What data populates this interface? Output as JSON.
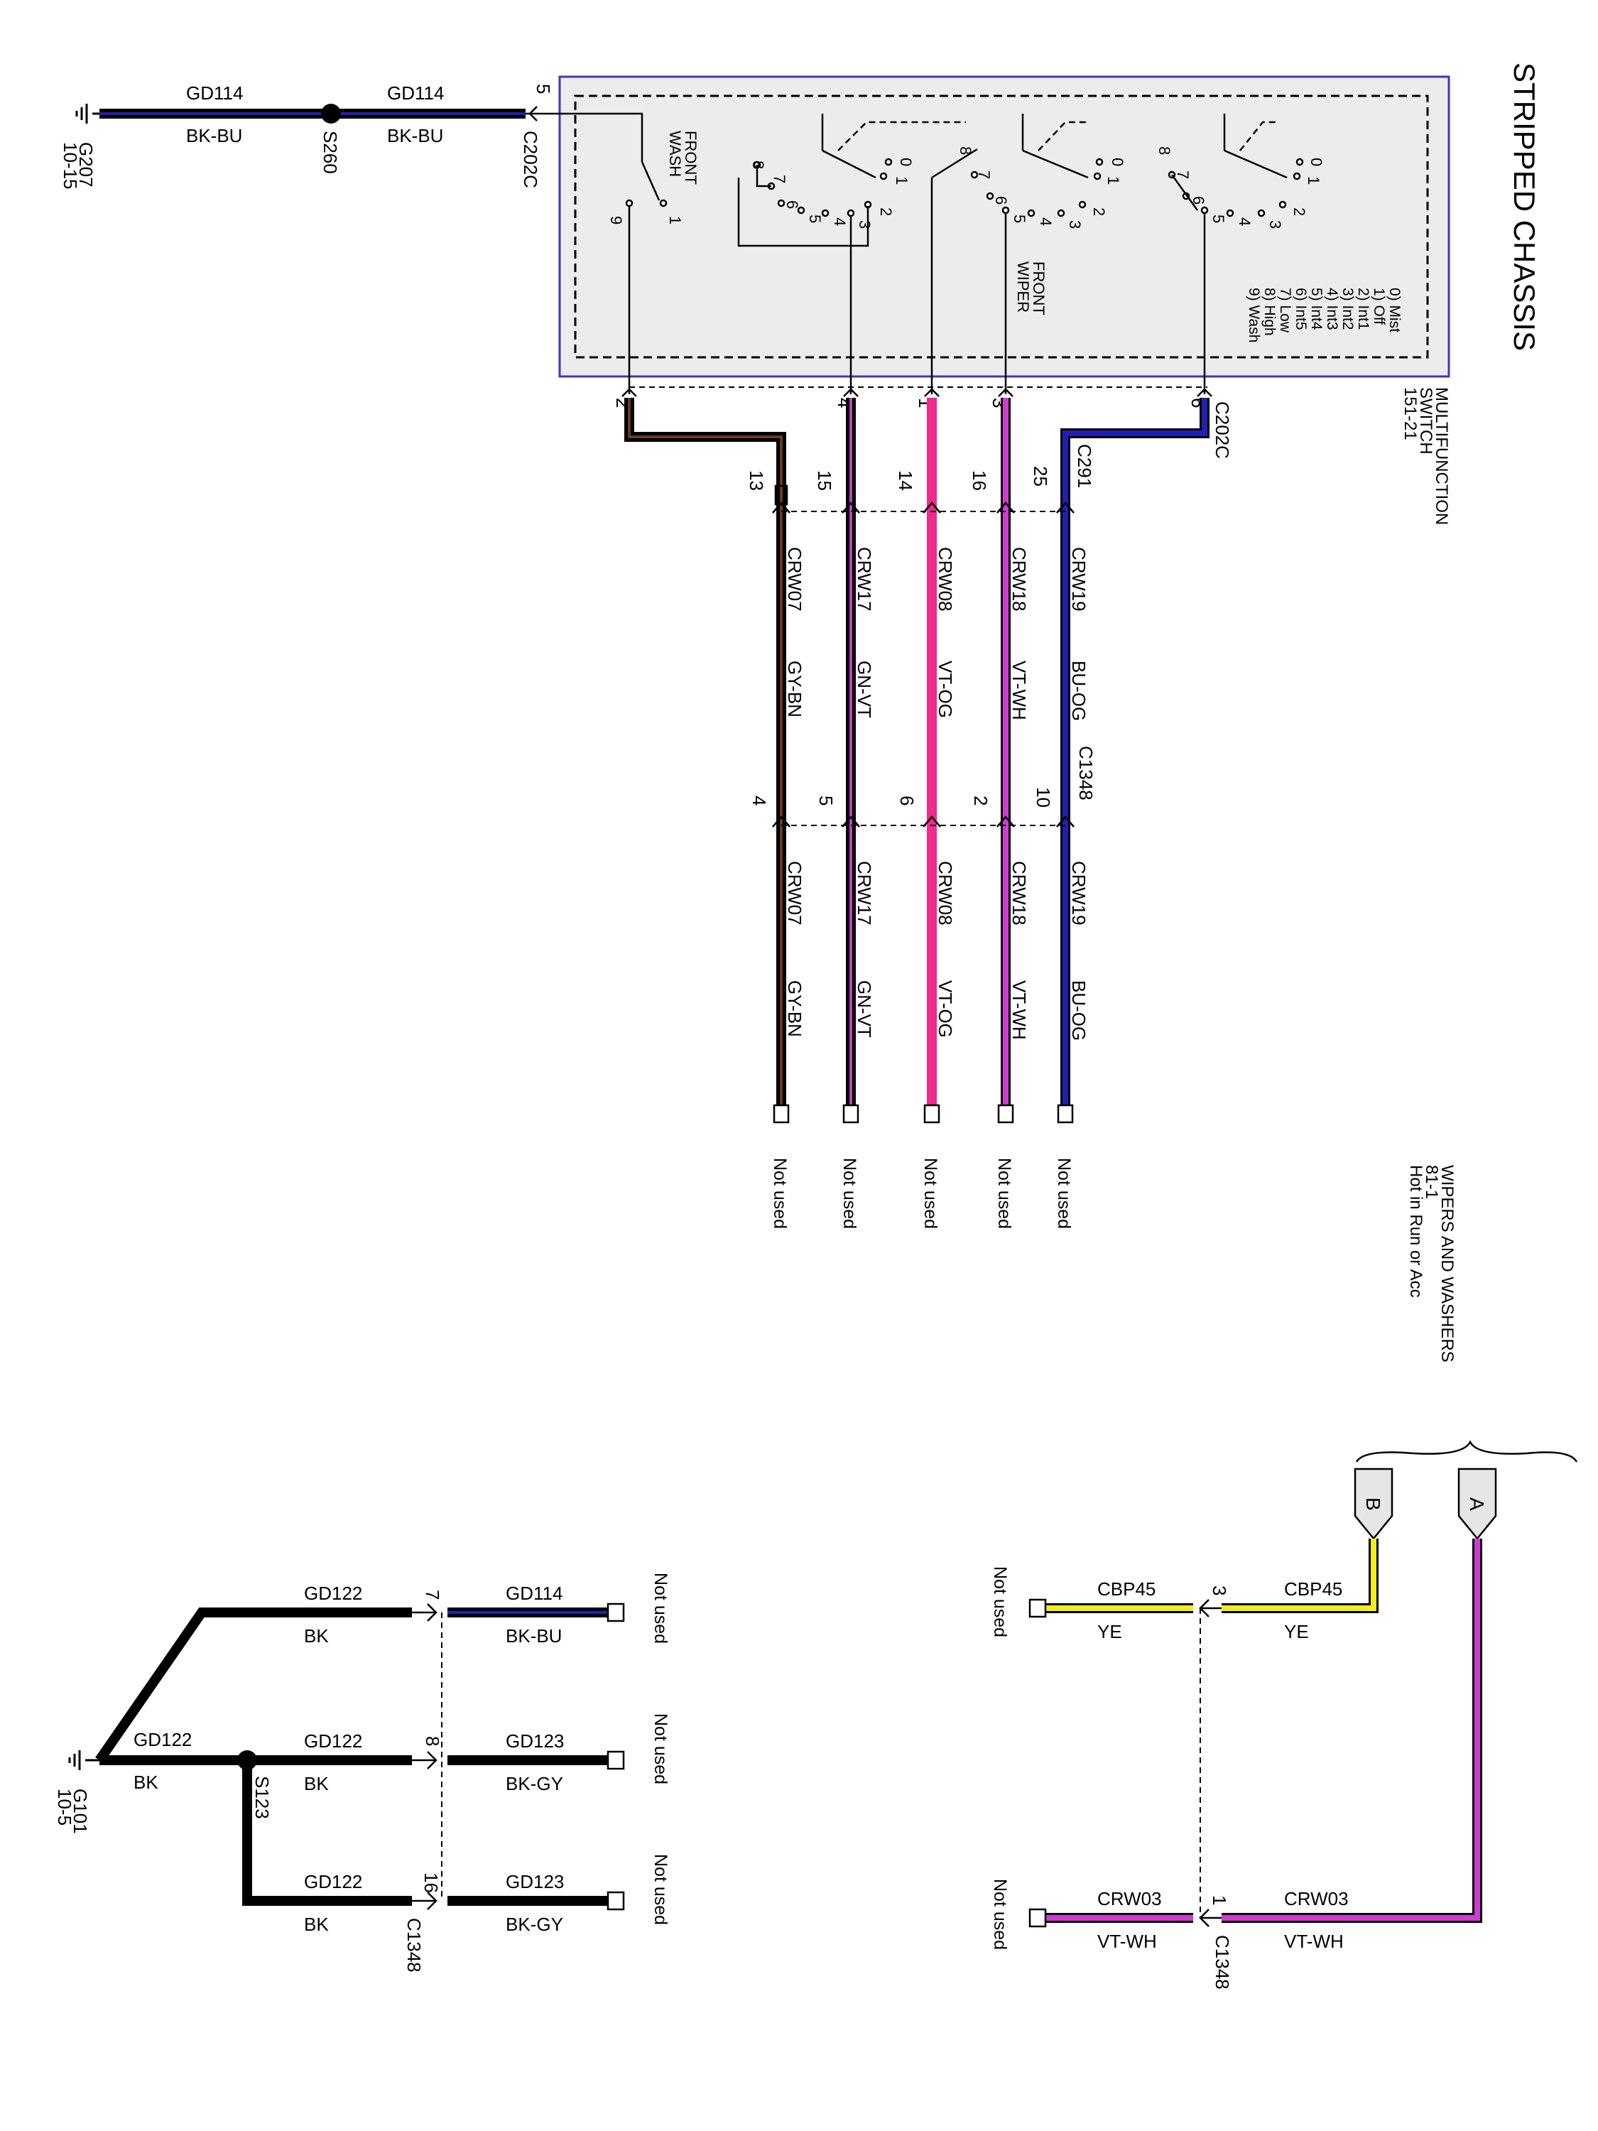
{
  "title": "STRIPPED CHASSIS",
  "switch": {
    "name_lines": [
      "MULTIFUNCTION",
      "SWITCH",
      "151-21"
    ],
    "positions": [
      "0) Mist",
      "1) Off",
      "2) Int1",
      "3) Int2",
      "4) Int3",
      "5) Int4",
      "6) Int5",
      "7) Low",
      "8) High",
      "9) Wash"
    ],
    "front_wash": [
      "FRONT",
      "WASH"
    ],
    "front_wiper": [
      "FRONT",
      "WIPER"
    ],
    "connector_top": "C202C",
    "connector_bottom": "C202C",
    "top_pin": "5",
    "wash_pin1": "1",
    "wash_pin9": "9",
    "bottom_pins": [
      "2",
      "4",
      "1",
      "3",
      "6"
    ],
    "sw1_labels": [
      "0",
      "1",
      "2",
      "3",
      "4",
      "5",
      "6",
      "7",
      "8"
    ],
    "sw2_labels": [
      "0",
      "1",
      "2",
      "3",
      "4",
      "5",
      "6",
      "7",
      "8"
    ],
    "sw3_labels": [
      "0",
      "1",
      "2",
      "3",
      "4",
      "5",
      "6",
      "7",
      "8"
    ]
  },
  "ground_top": {
    "g_label": "G207",
    "g_ref": "10-15",
    "splice": "S260",
    "wire1": {
      "circuit": "GD114",
      "color": "BK-BU"
    },
    "wire2": {
      "circuit": "GD114",
      "color": "BK-BU"
    }
  },
  "c291": {
    "label": "C291",
    "pins": [
      "13",
      "15",
      "14",
      "16",
      "25"
    ]
  },
  "c1348": {
    "label": "C1348",
    "pins": [
      "4",
      "5",
      "6",
      "2",
      "10"
    ]
  },
  "wires_mid": [
    {
      "circuit": "CRW07",
      "color": "GY-BN"
    },
    {
      "circuit": "CRW17",
      "color": "GN-VT"
    },
    {
      "circuit": "CRW08",
      "color": "VT-OG"
    },
    {
      "circuit": "CRW18",
      "color": "VT-WH"
    },
    {
      "circuit": "CRW19",
      "color": "BU-OG"
    }
  ],
  "wires_lower": [
    {
      "circuit": "CRW07",
      "color": "GY-BN"
    },
    {
      "circuit": "CRW17",
      "color": "GN-VT"
    },
    {
      "circuit": "CRW08",
      "color": "VT-OG"
    },
    {
      "circuit": "CRW18",
      "color": "VT-WH"
    },
    {
      "circuit": "CRW19",
      "color": "BU-OG"
    }
  ],
  "not_used": "Not used",
  "wipers_ref": [
    "WIPERS AND WASHERS",
    "81-1",
    "Hot in Run or Acc"
  ],
  "offpage": {
    "a": "A",
    "b": "B"
  },
  "right_circuit": {
    "cbp_right": {
      "circuit": "CBP45",
      "color": "YE"
    },
    "cbp_left": {
      "circuit": "CBP45",
      "color": "YE"
    },
    "crw_right": {
      "circuit": "CRW03",
      "color": "VT-WH"
    },
    "crw_left": {
      "circuit": "CRW03",
      "color": "VT-WH"
    },
    "pin3": "3",
    "pin1": "1",
    "connector": "C1348"
  },
  "ground_bottom": {
    "g_label": "G101",
    "g_ref": "10-5",
    "splice": "S123",
    "gd122": {
      "circuit": "GD122",
      "color": "BK"
    },
    "rows": [
      {
        "pin": "7",
        "left": {
          "circuit": "GD122",
          "color": "BK"
        },
        "right": {
          "circuit": "GD114",
          "color": "BK-BU"
        }
      },
      {
        "pin": "8",
        "left": {
          "circuit": "GD122",
          "color": "BK"
        },
        "right": {
          "circuit": "GD123",
          "color": "BK-GY"
        }
      },
      {
        "pin": "16",
        "left": {
          "circuit": "GD122",
          "color": "BK"
        },
        "right": {
          "circuit": "GD123",
          "color": "BK-GY"
        }
      }
    ],
    "connector": "C1348"
  },
  "colors": {
    "pink": "#ee2a8c",
    "violet": "#d03bd0",
    "blue": "#2020b0",
    "yellow": "#f2ee1c",
    "box_border": "#3a3ab8",
    "box_fill": "#ececec"
  }
}
